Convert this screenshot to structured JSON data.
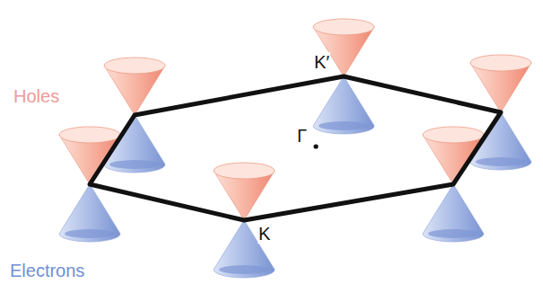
{
  "diagram": {
    "labels": [
      "Holes",
      "Electrons",
      "K′",
      "Γ",
      "K"
    ]
  }
}
